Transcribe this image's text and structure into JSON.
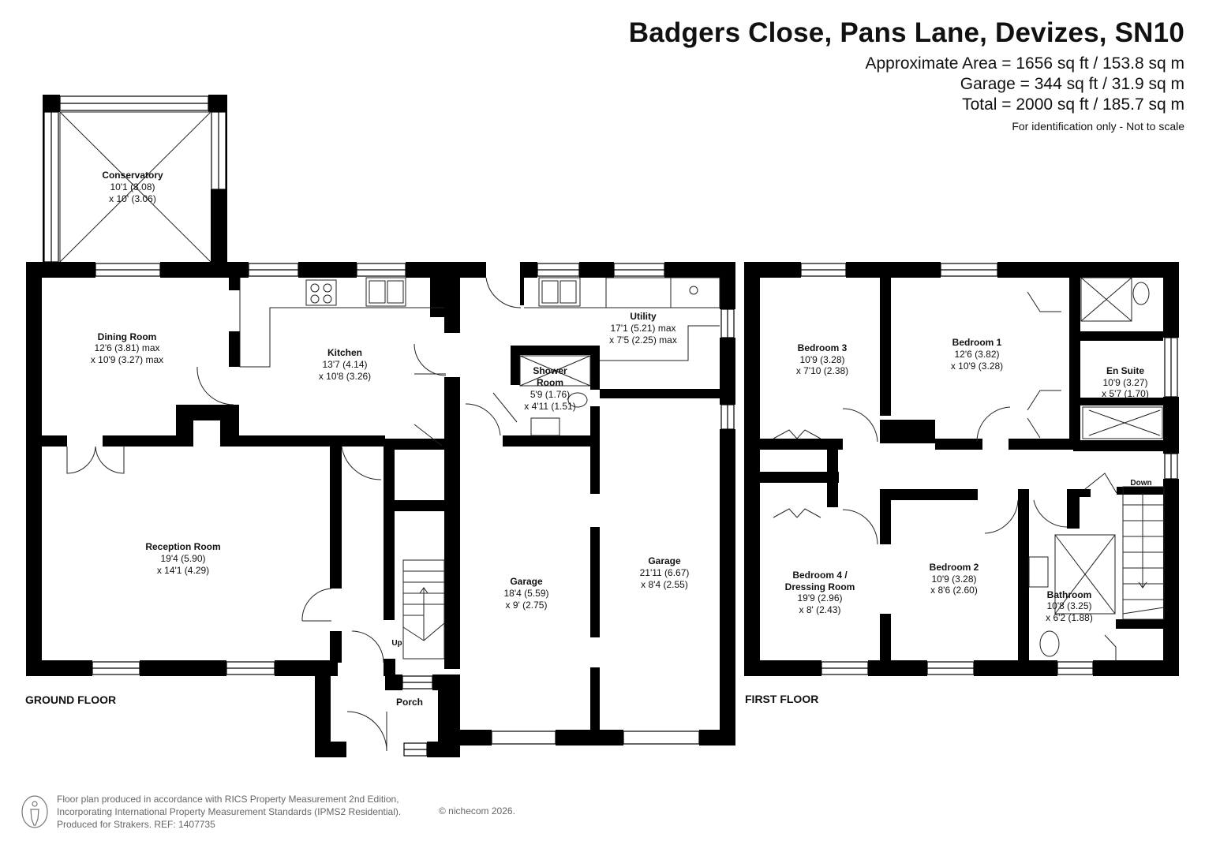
{
  "header": {
    "title": "Badgers Close, Pans Lane, Devizes, SN10",
    "approx_area": "Approximate Area = 1656 sq ft / 153.8 sq m",
    "garage_area": "Garage = 344 sq ft / 31.9 sq m",
    "total_area": "Total = 2000 sq ft / 185.7 sq m",
    "note": "For identification only - Not to scale"
  },
  "floors": {
    "ground": "GROUND FLOOR",
    "first": "FIRST FLOOR"
  },
  "rooms": {
    "conservatory": {
      "name": "Conservatory",
      "dim1": "10'1 (3.08)",
      "dim2": "x 10' (3.06)"
    },
    "dining": {
      "name": "Dining Room",
      "dim1": "12'6 (3.81) max",
      "dim2": "x 10'9 (3.27) max"
    },
    "kitchen": {
      "name": "Kitchen",
      "dim1": "13'7 (4.14)",
      "dim2": "x 10'8 (3.26)"
    },
    "utility": {
      "name": "Utility",
      "dim1": "17'1 (5.21) max",
      "dim2": "x 7'5 (2.25) max"
    },
    "shower": {
      "name1": "Shower",
      "name2": "Room",
      "dim1": "5'9 (1.76)",
      "dim2": "x 4'11 (1.51)"
    },
    "reception": {
      "name": "Reception Room",
      "dim1": "19'4 (5.90)",
      "dim2": "x 14'1 (4.29)"
    },
    "garage_left": {
      "name": "Garage",
      "dim1": "18'4 (5.59)",
      "dim2": "x 9' (2.75)"
    },
    "garage_right": {
      "name": "Garage",
      "dim1": "21'11 (6.67)",
      "dim2": "x 8'4 (2.55)"
    },
    "porch": {
      "name": "Porch"
    },
    "stairs_up": {
      "label": "Up"
    },
    "bedroom3": {
      "name": "Bedroom 3",
      "dim1": "10'9 (3.28)",
      "dim2": "x 7'10 (2.38)"
    },
    "bedroom1": {
      "name": "Bedroom 1",
      "dim1": "12'6 (3.82)",
      "dim2": "x 10'9 (3.28)"
    },
    "ensuite": {
      "name": "En Suite",
      "dim1": "10'9 (3.27)",
      "dim2": "x 5'7 (1.70)"
    },
    "bedroom4": {
      "name1": "Bedroom 4 /",
      "name2": "Dressing Room",
      "dim1": "19'9 (2.96)",
      "dim2": "x 8' (2.43)"
    },
    "bedroom2": {
      "name": "Bedroom 2",
      "dim1": "10'9 (3.28)",
      "dim2": "x 8'6 (2.60)"
    },
    "bathroom": {
      "name": "Bathroom",
      "dim1": "10'8 (3.25)",
      "dim2": "x 6'2 (1.88)"
    },
    "stairs_down": {
      "label": "Down"
    }
  },
  "footer": {
    "line1": "Floor plan produced in accordance with RICS Property Measurement 2nd Edition,",
    "line2": "Incorporating International Property Measurement Standards (IPMS2 Residential).",
    "line3": "Produced for Strakers.   REF: 1407735",
    "copyright": "© nichecom 2026."
  },
  "colors": {
    "wall": "#000000",
    "fixture": "#444444",
    "footer_text": "#666666"
  }
}
